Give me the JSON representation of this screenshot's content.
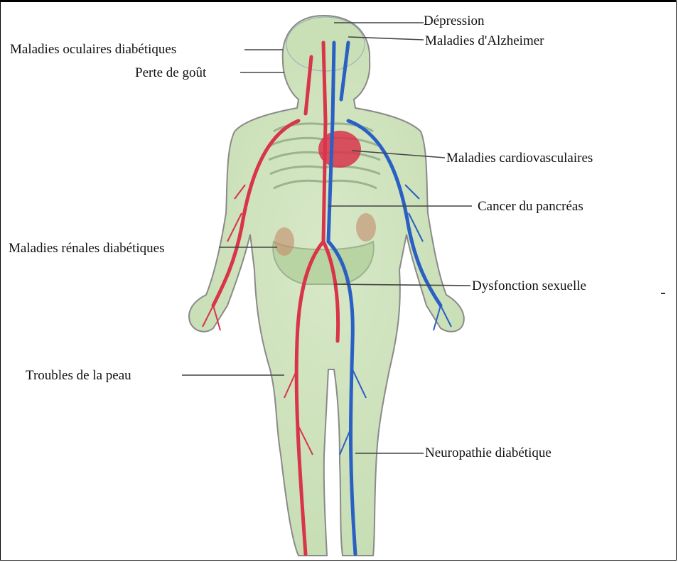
{
  "labels": {
    "depression": "Dépression",
    "alzheimer": "Maladies d'Alzheimer",
    "eye": "Maladies oculaires diabétiques",
    "taste": "Perte de goût",
    "cardio": "Maladies cardiovasculaires",
    "pancreas": "Cancer du pancréas",
    "kidney": "Maladies rénales diabétiques",
    "sexual": "Dysfonction sexuelle",
    "skin": "Troubles de la peau",
    "neuropathy": "Neuropathie diabétique"
  },
  "colors": {
    "artery": "#d8344a",
    "vein": "#2a5fc4",
    "organ": "#bcd9a8",
    "outline": "#8a8a8a",
    "leader": "#444444"
  }
}
